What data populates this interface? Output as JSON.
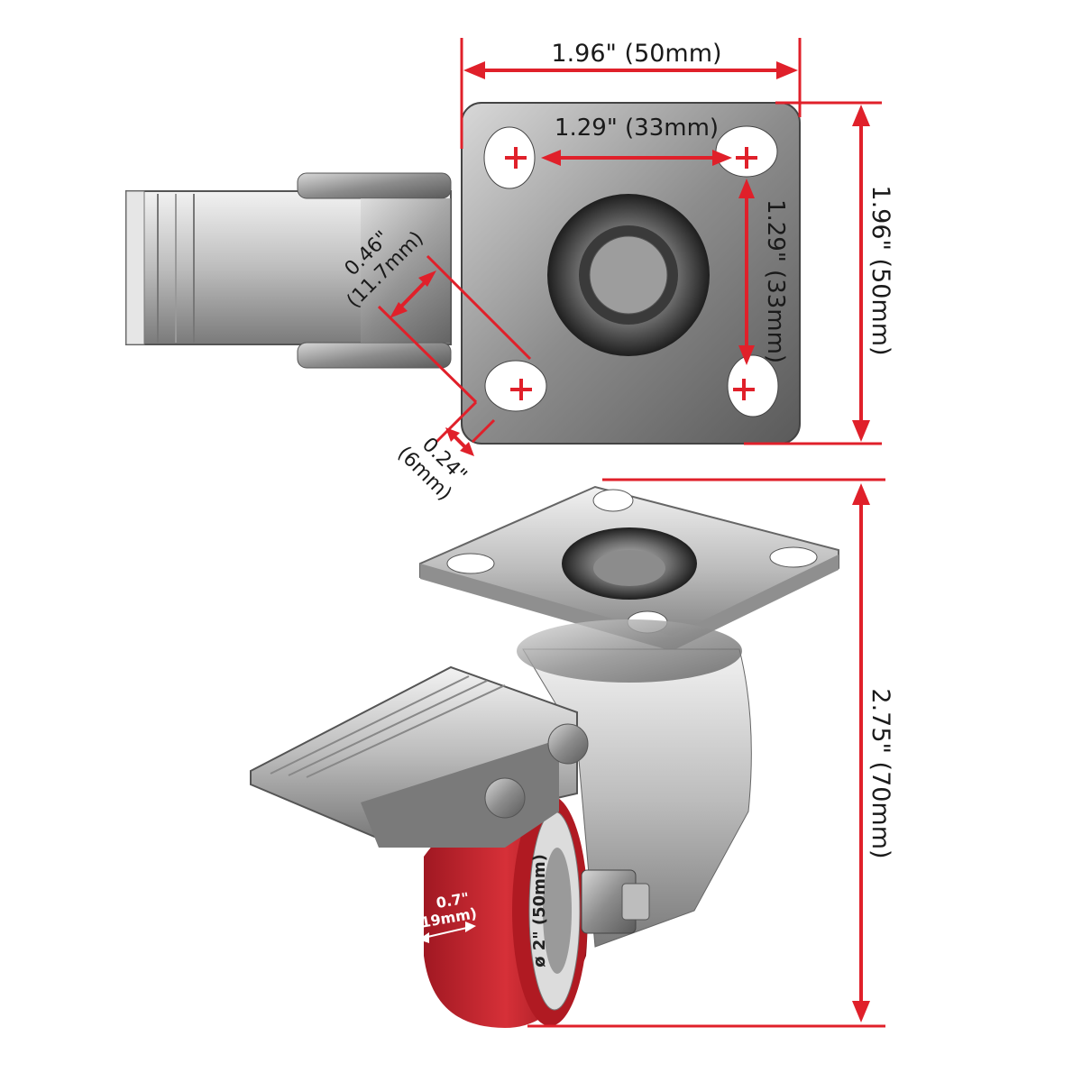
{
  "colors": {
    "dimension_line": "#e0202a",
    "wheel": "#c8242c",
    "steel": "#9a9a9a"
  },
  "labels": {
    "plate_width_top": "1.96\" (50mm)",
    "hole_spacing_horizontal": "1.29\" (33mm)",
    "hole_spacing_vertical": "1.29\" (33mm)",
    "plate_height_side": "1.96\" (50mm)",
    "slot_length_in": "0.46\"",
    "slot_length_mm": "(11.7mm)",
    "slot_width_in": "0.24\"",
    "slot_width_mm": "(6mm)",
    "overall_height": "2.75\" (70mm)",
    "wheel_width_in": "0.7\"",
    "wheel_width_mm": "(19mm)",
    "wheel_diameter": "ø 2\" (50mm)"
  }
}
